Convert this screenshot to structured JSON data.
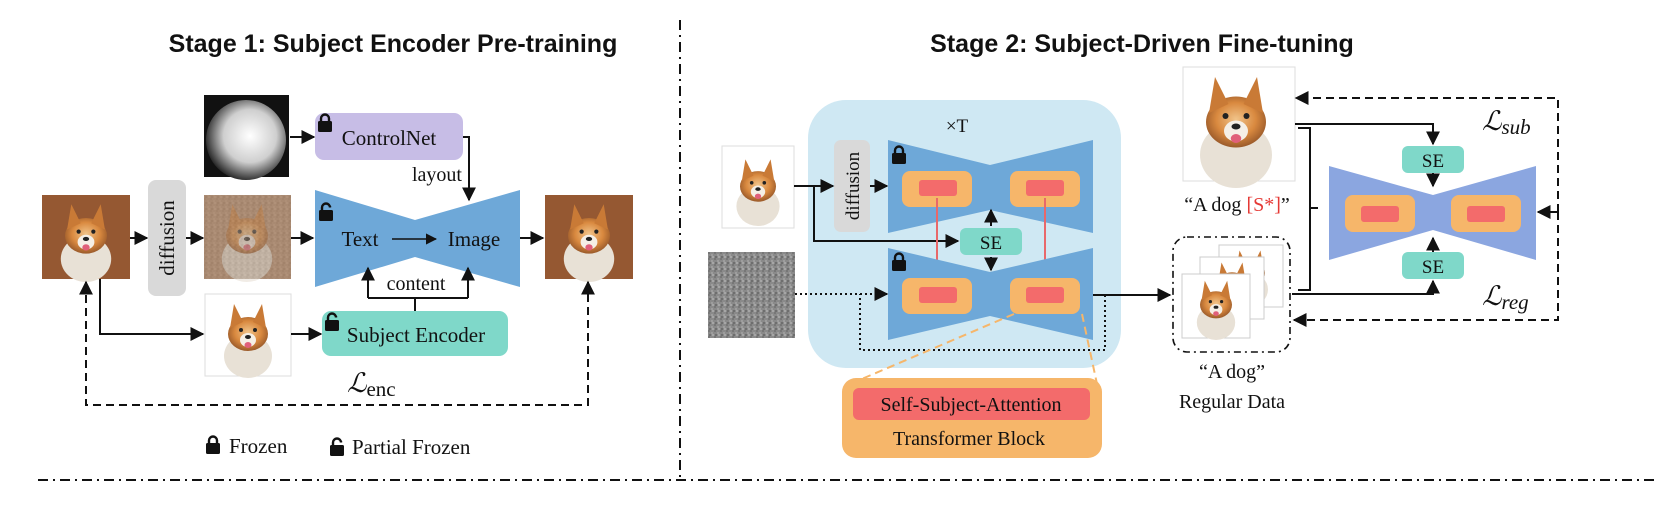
{
  "stage1": {
    "title": "Stage 1: Subject Encoder Pre-training",
    "diffusion_label": "diffusion",
    "controlnet_label": "ControlNet",
    "layout_label": "layout",
    "text_label": "Text",
    "image_label": "Image",
    "content_label": "content",
    "subject_encoder_label": "Subject Encoder",
    "loss_symbol": "ℒ",
    "loss_subscript": "enc",
    "legend_frozen": "Frozen",
    "legend_partial_frozen": "Partial Frozen"
  },
  "stage2": {
    "title": "Stage 2: Subject-Driven Fine-tuning",
    "times_t": "×T",
    "diffusion_label": "diffusion",
    "se_label": "SE",
    "self_attention_label": "Self-Subject-Attention",
    "transformer_block_label": "Transformer Block",
    "prompt_prefix": "“A dog ",
    "prompt_token": "[S*]",
    "prompt_suffix": "”",
    "regular_prompt": "“A dog”",
    "regular_data_label": "Regular Data",
    "loss_symbol": "ℒ",
    "loss_sub": "sub",
    "loss_reg": "reg"
  },
  "colors": {
    "controlnet": "#c7bde6",
    "unet": "#6ea8d8",
    "subject_encoder": "#7fd8c9",
    "stage2_panel": "#cfe8f3",
    "diffusion_box": "#d9d9d9",
    "attn_outer": "#f6b66a",
    "attn_inner": "#f36b6b",
    "token_red": "#e53935",
    "right_unet": "#8ba6e0",
    "se": "#7fd8c9"
  },
  "icons": {
    "frozen": "lock-icon",
    "partial_frozen": "unlock-icon"
  }
}
